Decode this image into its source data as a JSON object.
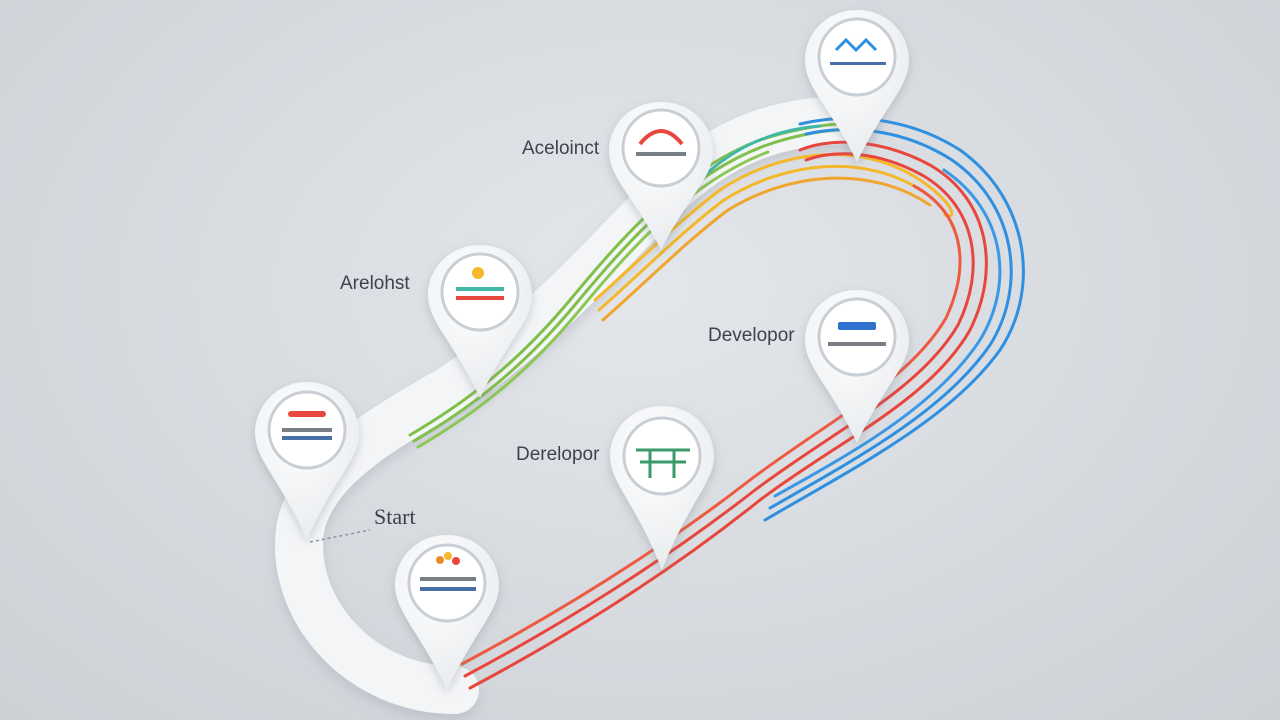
{
  "labels": {
    "architect_top": "Aceloinct",
    "architect_mid": "Arelohst",
    "developer_right": "Developor",
    "developer_low": "Derelopor",
    "start": "Start"
  },
  "colors": {
    "background": "#d5d9de",
    "path": "#f4f5f7",
    "red": "#e8463c",
    "orange": "#f08a2e",
    "yellow": "#f4b82a",
    "green": "#7fbf4a",
    "teal": "#3fb8a8",
    "blue": "#2f8fe0",
    "pin": "#ffffff"
  },
  "pins": [
    {
      "id": "pin-start",
      "icon": "orange-cluster-icon"
    },
    {
      "id": "pin-lower-left",
      "icon": "red-cluster-icon"
    },
    {
      "id": "pin-architect-mid",
      "icon": "sun-cluster-icon"
    },
    {
      "id": "pin-architect-top",
      "icon": "red-arch-icon"
    },
    {
      "id": "pin-top",
      "icon": "blue-cluster-icon"
    },
    {
      "id": "pin-developer-right",
      "icon": "blue-text-icon"
    },
    {
      "id": "pin-developer-low",
      "icon": "green-gate-icon"
    }
  ]
}
